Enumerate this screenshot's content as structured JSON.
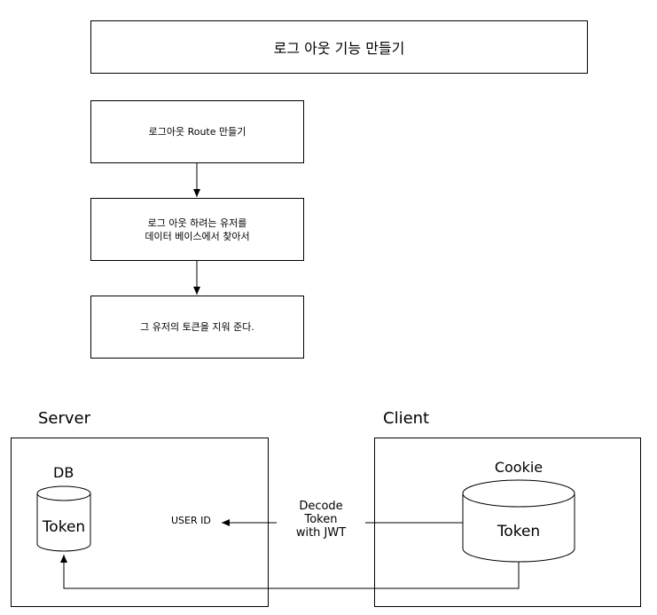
{
  "title": "로그 아웃 기능 만들기",
  "steps": [
    "로그아웃 Route 만들기",
    "로그 아웃 하려는 유저를\n데이터 베이스에서 찾아서",
    "그 유저의 토큰을 지워 준다."
  ],
  "server": {
    "label": "Server",
    "db_label": "DB",
    "db_content": "Token",
    "user_id": "USER ID"
  },
  "client": {
    "label": "Client",
    "cookie_label": "Cookie",
    "cookie_content": "Token"
  },
  "edge_label": "Decode\nToken\nwith JWT"
}
